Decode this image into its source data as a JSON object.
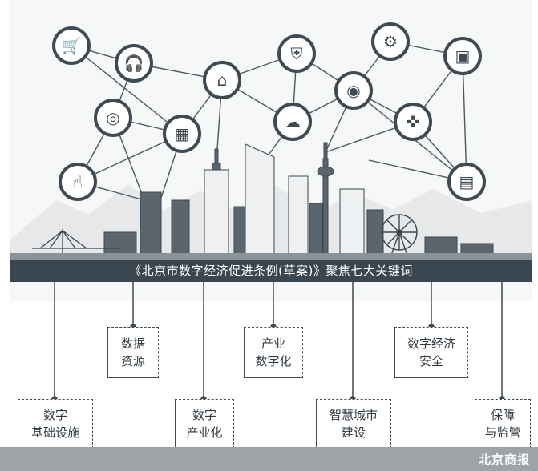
{
  "banner_title": "《北京市数字经济促进条例(草案)》聚焦七大关键词",
  "keywords": [
    {
      "id": "infra",
      "lines": [
        "数字",
        "基础设施"
      ]
    },
    {
      "id": "data",
      "lines": [
        "数据",
        "资源"
      ]
    },
    {
      "id": "industry",
      "lines": [
        "数字",
        "产业化"
      ]
    },
    {
      "id": "digitize",
      "lines": [
        "产业",
        "数字化"
      ]
    },
    {
      "id": "smart",
      "lines": [
        "智慧城市",
        "建设"
      ]
    },
    {
      "id": "security",
      "lines": [
        "数字经济",
        "安全"
      ]
    },
    {
      "id": "guarantee",
      "lines": [
        "保障",
        "与监管"
      ]
    }
  ],
  "network_icons": [
    "cart-icon",
    "headset-icon",
    "home-icon",
    "shield-icon",
    "gear-icon",
    "picture-icon",
    "camera-icon",
    "lens-icon",
    "chip-icon",
    "cloud-icon",
    "robot-icon",
    "hand-icon",
    "tablet-icon"
  ],
  "watermark": "北京商报",
  "colors": {
    "ink": "#3f4a53",
    "banner": "#3a4650",
    "footer": "#9ea3a7"
  }
}
